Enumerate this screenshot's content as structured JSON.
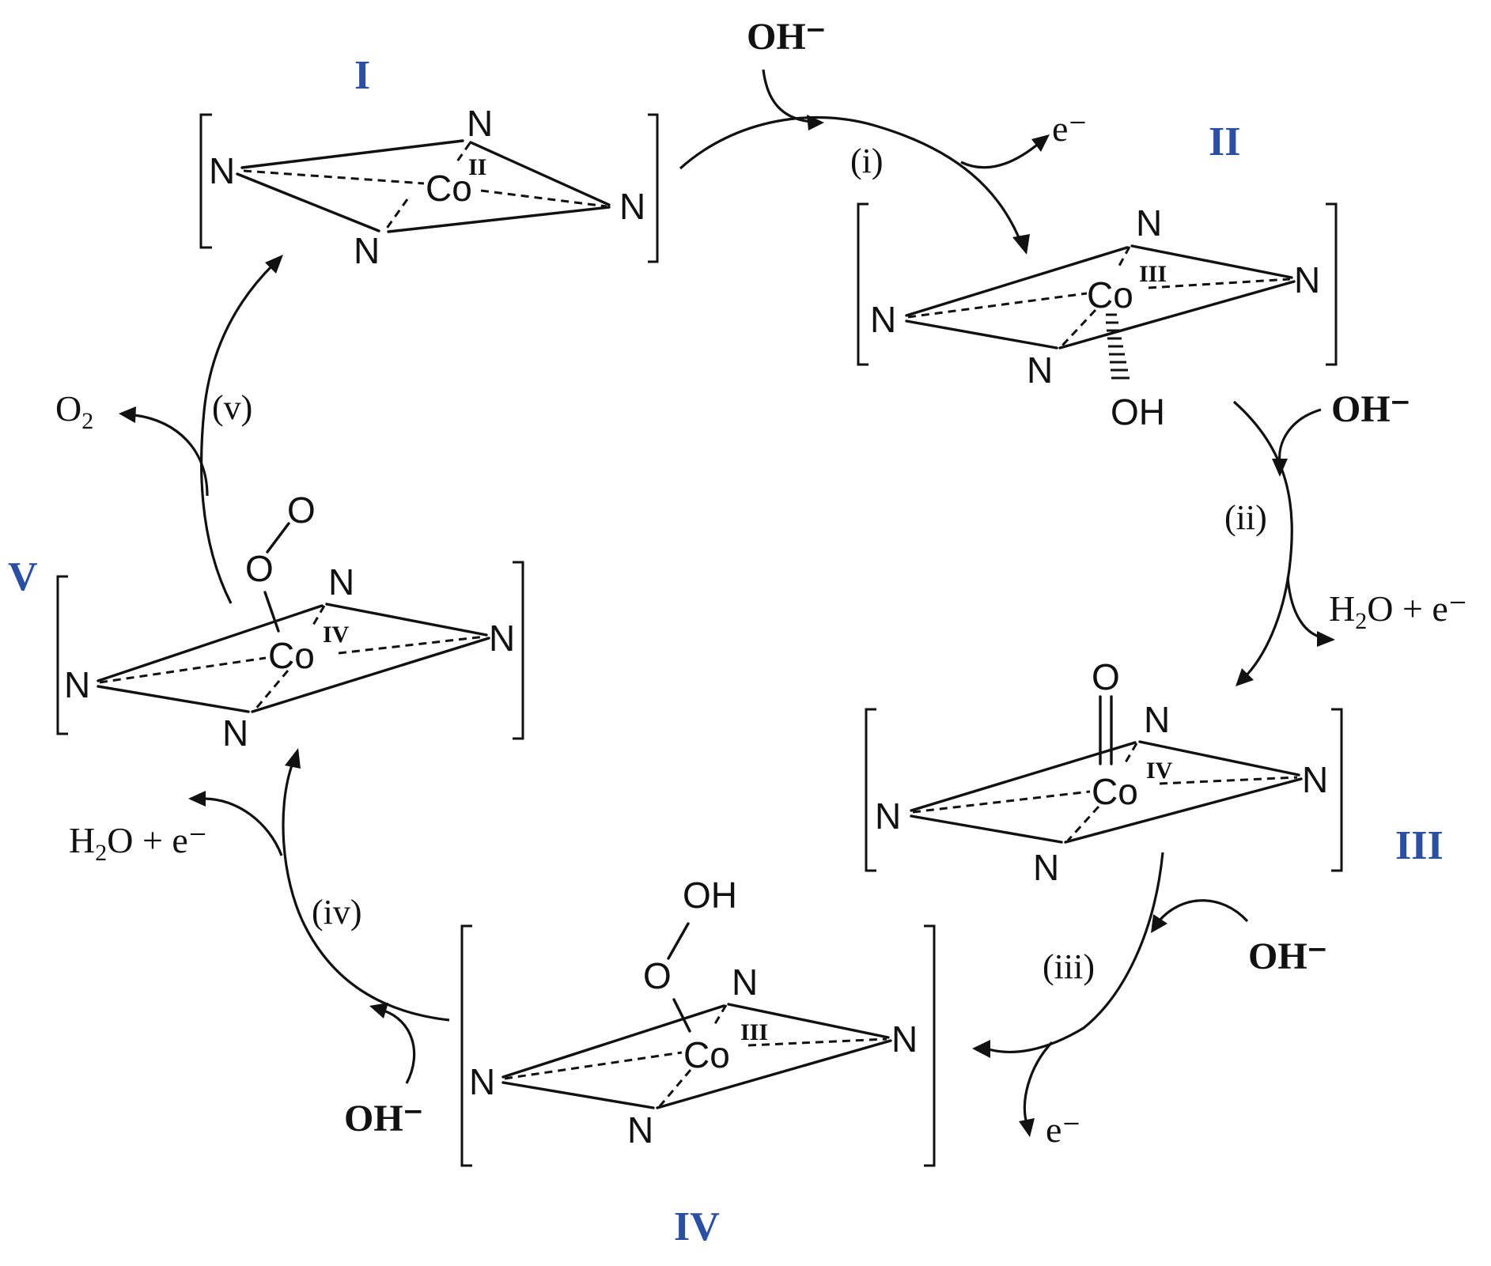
{
  "complexes": [
    {
      "id": "I",
      "label": "I",
      "metal": "Co",
      "oxidation": "II",
      "atoms": [
        "N",
        "N",
        "N",
        "N"
      ]
    },
    {
      "id": "II",
      "label": "II",
      "metal": "Co",
      "oxidation": "III",
      "atoms": [
        "N",
        "N",
        "N",
        "N"
      ],
      "ligand": "OH"
    },
    {
      "id": "III",
      "label": "III",
      "metal": "Co",
      "oxidation": "IV",
      "atoms": [
        "N",
        "N",
        "N",
        "N"
      ],
      "ligand": "O"
    },
    {
      "id": "IV",
      "label": "IV",
      "metal": "Co",
      "oxidation": "III",
      "atoms": [
        "N",
        "N",
        "N",
        "N"
      ],
      "ligand_o": "O",
      "ligand_oh": "OH"
    },
    {
      "id": "V",
      "label": "V",
      "metal": "Co",
      "oxidation": "IV",
      "atoms": [
        "N",
        "N",
        "N",
        "N"
      ],
      "ligand_o1": "O",
      "ligand_o2": "O"
    }
  ],
  "steps": [
    {
      "label": "(i)",
      "reactant": "OH⁻",
      "product": "e⁻"
    },
    {
      "label": "(ii)",
      "reactant": "OH⁻",
      "product_main": "H",
      "product_sub": "2",
      "product_rest": "O + e⁻"
    },
    {
      "label": "(iii)",
      "reactant": "OH⁻",
      "product": "e⁻"
    },
    {
      "label": "(iv)",
      "reactant": "OH⁻",
      "product_main": "H",
      "product_sub": "2",
      "product_rest": "O  + e⁻"
    },
    {
      "label": "(v)",
      "product_main": "O",
      "product_sub": "2"
    }
  ]
}
